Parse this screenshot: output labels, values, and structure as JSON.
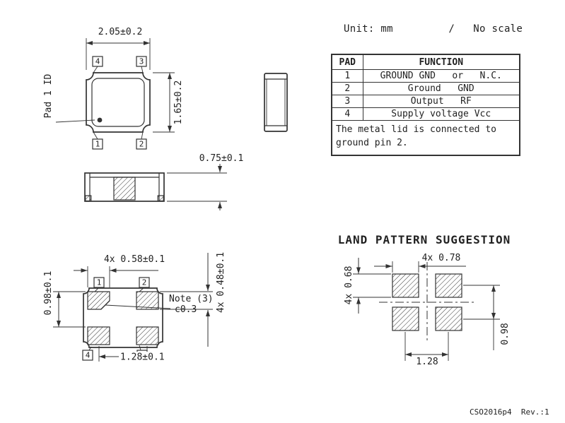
{
  "doc": {
    "unit_note": "Unit: mm         /   No scale",
    "footer": "CSO2016p4  Rev.:1"
  },
  "top_view": {
    "width_dim": "2.05±0.2",
    "height_dim": "1.65±0.2",
    "pad1_id": "Pad 1 ID",
    "pads": {
      "p1": "1",
      "p2": "2",
      "p3": "3",
      "p4": "4"
    }
  },
  "section_view": {
    "thickness_dim": "0.75±0.1"
  },
  "bottom_view": {
    "pad_width_dim": "4x 0.58±0.1",
    "row_pitch_dim": "0.98±0.1",
    "pad_height_dim": "4x 0.48±0.1",
    "col_pitch_dim": "1.28±0.1",
    "note_ref": "Note (3)",
    "chamfer": "c0.3",
    "pads": {
      "p1": "1",
      "p2": "2",
      "p3": "3",
      "p4": "4"
    }
  },
  "land_pattern": {
    "title": "LAND PATTERN SUGGESTION",
    "pad_width_dim": "4x 0.78",
    "pad_height_dim": "4x 0.68",
    "row_pitch_dim": "0.98",
    "col_pitch_dim": "1.28"
  },
  "pad_table": {
    "headers": [
      "PAD",
      "FUNCTION"
    ],
    "rows": [
      [
        "1",
        "GROUND GND   or   N.C."
      ],
      [
        "2",
        "Ground   GND"
      ],
      [
        "3",
        "Output   RF"
      ],
      [
        "4",
        "Supply voltage Vcc"
      ]
    ],
    "note": "The metal lid is connected to\nground pin 2."
  }
}
